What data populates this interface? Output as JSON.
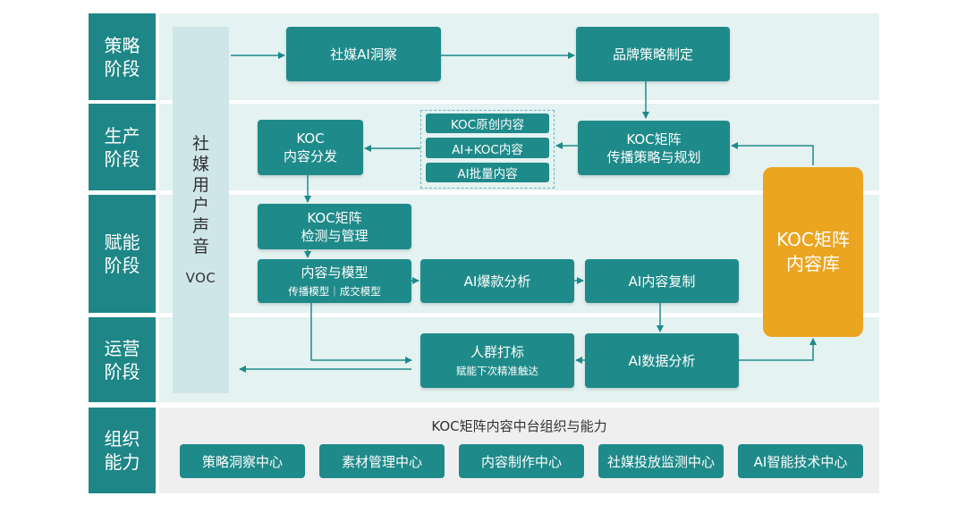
{
  "stages": {
    "strategy": "策略\n阶段",
    "production": "生产\n阶段",
    "empower": "赋能\n阶段",
    "operation": "运营\n阶段",
    "organization": "组织\n能力"
  },
  "voc": {
    "title": "社媒用户声音",
    "subtitle": "VOC"
  },
  "boxes": {
    "social_ai_insight": "社媒AI洞察",
    "brand_strategy": "品牌策略制定",
    "koc_original": "KOC原创内容",
    "ai_koc_content": "AI+KOC内容",
    "ai_batch_content": "AI批量内容",
    "koc_matrix_plan_title": "KOC矩阵",
    "koc_matrix_plan_sub": "传播策略与规划",
    "koc_distribute_title": "KOC",
    "koc_distribute_sub": "内容分发",
    "koc_monitor_title": "KOC矩阵",
    "koc_monitor_sub": "检测与管理",
    "content_model_title": "内容与模型",
    "content_model_sub": "传播模型｜成交模型",
    "ai_hit_analysis": "AI爆款分析",
    "ai_content_copy": "AI内容复制",
    "crowd_tag_title": "人群打标",
    "crowd_tag_sub": "赋能下次精准触达",
    "ai_data_analysis": "AI数据分析"
  },
  "library": "KOC矩阵\n内容库",
  "organization": {
    "title": "KOC矩阵内容中台组织与能力",
    "centers": [
      "策略洞察中心",
      "素材管理中心",
      "内容制作中心",
      "社媒投放监测中心",
      "AI智能技术中心"
    ]
  },
  "colors": {
    "teal_box": "#1f8a8a",
    "stage_label": "#1e8686",
    "band": "#e4f2f1",
    "voc_bar": "#cfe6e9",
    "library": "#eba521",
    "arrow": "#1f8a8a"
  }
}
